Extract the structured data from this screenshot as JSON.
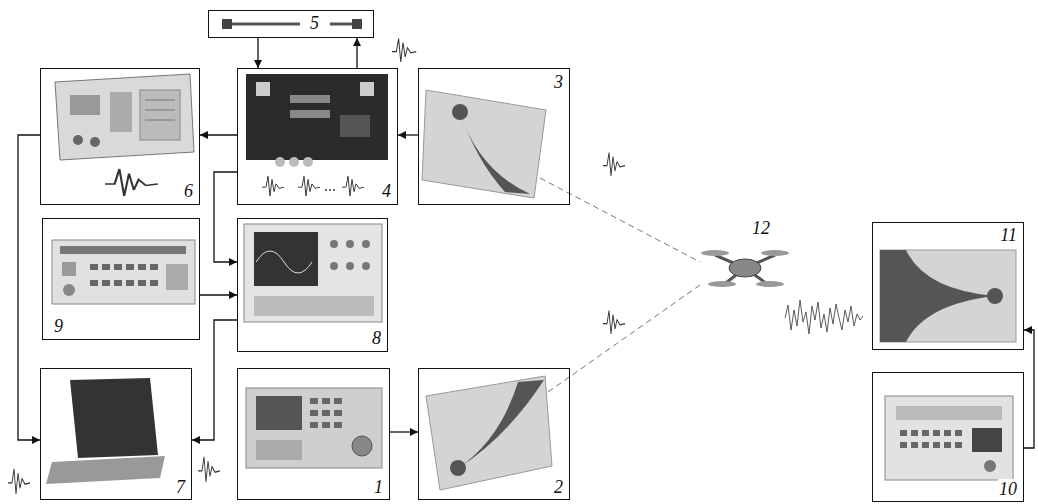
{
  "diagram": {
    "nodes": [
      {
        "text": [
          "5"
        ]
      },
      {
        "text": [
          "6"
        ]
      },
      {
        "text": [
          "4"
        ]
      },
      {
        "text": [
          "3"
        ]
      },
      {
        "text": [
          "9"
        ]
      },
      {
        "text": [
          "8"
        ]
      },
      {
        "text": [
          "11"
        ]
      },
      {
        "text": [
          "7"
        ]
      },
      {
        "text": [
          "1"
        ]
      },
      {
        "text": [
          "2"
        ]
      },
      {
        "text": [
          "10"
        ]
      }
    ],
    "edges": [
      {
        "from": 0,
        "to": 2,
        "arrow": "to"
      },
      {
        "from": 2,
        "to": 0,
        "arrow": "to"
      },
      {
        "from": 3,
        "to": 2,
        "arrow": "to"
      },
      {
        "from": 2,
        "to": 1,
        "arrow": "to"
      },
      {
        "from": 2,
        "to": 5,
        "arrow": "to"
      },
      {
        "from": 4,
        "to": 5,
        "arrow": "to"
      },
      {
        "from": 5,
        "to": 7,
        "arrow": "to"
      },
      {
        "from": 1,
        "to": 7,
        "arrow": "to"
      },
      {
        "from": 8,
        "to": 9,
        "arrow": "to"
      },
      {
        "from": 10,
        "to": 6,
        "arrow": "to"
      }
    ],
    "labels": [
      "12"
    ]
  }
}
